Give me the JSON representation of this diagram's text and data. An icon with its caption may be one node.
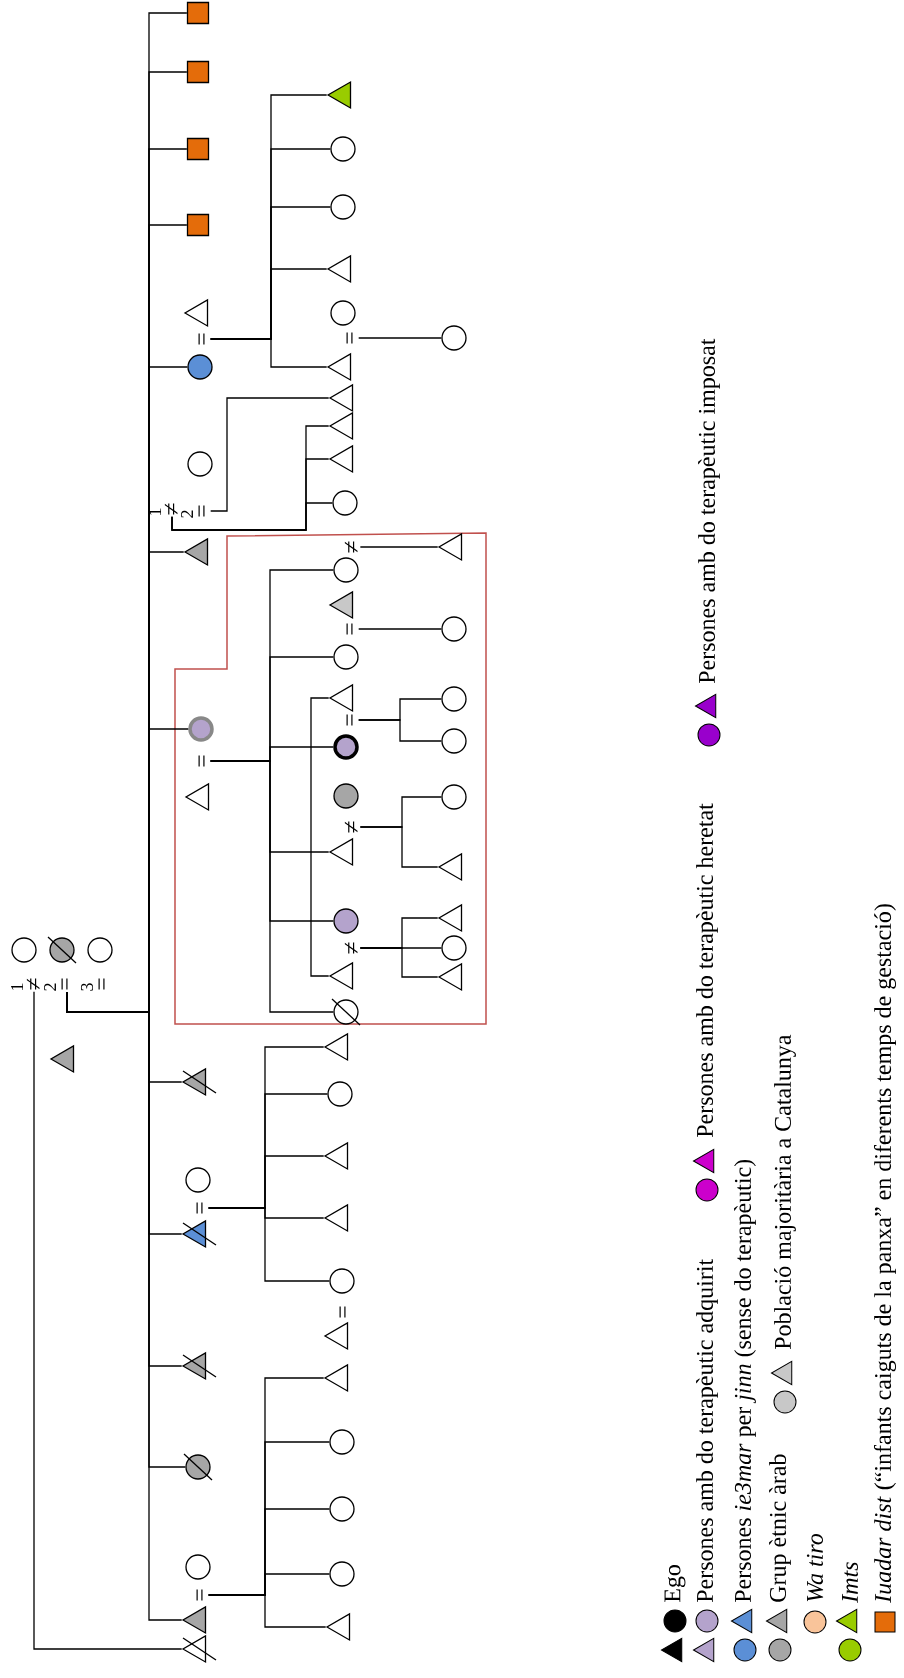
{
  "diagram": {
    "nodes": [
      {
        "text": [],
        "shape": "circle"
      },
      {
        "text": [],
        "shape": "circle"
      },
      {
        "text": [],
        "shape": "circle"
      },
      {
        "text": [
          "≠"
        ],
        "beside": [
          "1"
        ]
      },
      {
        "text": [
          "="
        ],
        "beside": [
          "2"
        ]
      },
      {
        "text": [
          "="
        ],
        "beside": [
          "3"
        ]
      },
      {
        "text": [],
        "shape": "triangle"
      },
      {
        "text": [],
        "shape": "square"
      },
      {
        "text": [],
        "shape": "square"
      },
      {
        "text": [],
        "shape": "square"
      },
      {
        "text": [],
        "shape": "square"
      },
      {
        "text": [],
        "shape": "triangle"
      },
      {
        "text": [
          "="
        ]
      },
      {
        "text": [],
        "shape": "circle"
      },
      {
        "text": [],
        "shape": "circle"
      },
      {
        "text": [
          "≠"
        ],
        "beside": [
          "1"
        ]
      },
      {
        "text": [
          "="
        ],
        "beside": [
          "2"
        ]
      },
      {
        "text": [],
        "shape": "triangle"
      },
      {
        "text": [],
        "shape": "circle"
      },
      {
        "text": [
          "="
        ]
      },
      {
        "text": [],
        "shape": "triangle"
      },
      {
        "text": [],
        "shape": "triangle"
      },
      {
        "text": [],
        "shape": "circle"
      },
      {
        "text": [
          "="
        ]
      },
      {
        "text": [],
        "shape": "triangle"
      },
      {
        "text": [],
        "shape": "triangle"
      },
      {
        "text": [],
        "shape": "circle"
      },
      {
        "text": [],
        "shape": "circle"
      },
      {
        "text": [
          "="
        ]
      },
      {
        "text": [],
        "shape": "triangle"
      },
      {
        "text": [],
        "shape": "triangle"
      },
      {
        "text": [],
        "shape": "triangle"
      },
      {
        "text": [],
        "shape": "circle"
      },
      {
        "text": [],
        "shape": "circle"
      },
      {
        "text": [],
        "shape": "triangle"
      },
      {
        "text": [],
        "shape": "circle"
      },
      {
        "text": [
          "="
        ]
      },
      {
        "text": [],
        "shape": "triangle"
      },
      {
        "text": [],
        "shape": "triangle"
      },
      {
        "text": [],
        "shape": "triangle"
      },
      {
        "text": [],
        "shape": "triangle"
      },
      {
        "text": [],
        "shape": "circle"
      },
      {
        "text": [
          "≠"
        ]
      },
      {
        "text": [],
        "shape": "circle"
      },
      {
        "text": [],
        "shape": "triangle"
      },
      {
        "text": [
          "="
        ]
      },
      {
        "text": [],
        "shape": "circle"
      },
      {
        "text": [],
        "shape": "triangle"
      },
      {
        "text": [
          "="
        ]
      },
      {
        "text": [],
        "shape": "circle"
      },
      {
        "text": [],
        "shape": "circle"
      },
      {
        "text": [
          "≠"
        ]
      },
      {
        "text": [],
        "shape": "triangle"
      },
      {
        "text": [],
        "shape": "circle"
      },
      {
        "text": [
          "≠"
        ]
      },
      {
        "text": [],
        "shape": "triangle"
      },
      {
        "text": [],
        "shape": "circle"
      },
      {
        "text": [],
        "shape": "triangle"
      },
      {
        "text": [],
        "shape": "circle"
      },
      {
        "text": [],
        "shape": "triangle"
      },
      {
        "text": [],
        "shape": "triangle"
      },
      {
        "text": [],
        "shape": "circle"
      },
      {
        "text": [
          "="
        ]
      },
      {
        "text": [],
        "shape": "triangle"
      },
      {
        "text": [],
        "shape": "triangle"
      },
      {
        "text": [],
        "shape": "circle"
      },
      {
        "text": [],
        "shape": "circle"
      },
      {
        "text": [],
        "shape": "circle"
      },
      {
        "text": [],
        "shape": "triangle"
      },
      {
        "text": [],
        "shape": "circle"
      },
      {
        "text": [],
        "shape": "triangle"
      },
      {
        "text": [],
        "shape": "circle"
      },
      {
        "text": [],
        "shape": "circle"
      },
      {
        "text": [],
        "shape": "circle"
      },
      {
        "text": [],
        "shape": "circle"
      },
      {
        "text": [],
        "shape": "triangle"
      },
      {
        "text": [],
        "shape": "triangle"
      },
      {
        "text": [],
        "shape": "circle"
      },
      {
        "text": [],
        "shape": "triangle"
      }
    ],
    "edges": [
      {
        "from": 4,
        "to": 7,
        "arrow": "none"
      },
      {
        "from": 4,
        "to": 8,
        "arrow": "none"
      },
      {
        "from": 4,
        "to": 9,
        "arrow": "none"
      },
      {
        "from": 4,
        "to": 10,
        "arrow": "none"
      },
      {
        "from": 4,
        "to": 13,
        "arrow": "none"
      },
      {
        "from": 4,
        "to": 17,
        "arrow": "none"
      },
      {
        "from": 4,
        "to": 18,
        "arrow": "none"
      },
      {
        "from": 4,
        "to": 21,
        "arrow": "none"
      },
      {
        "from": 4,
        "to": 24,
        "arrow": "none"
      },
      {
        "from": 4,
        "to": 25,
        "arrow": "none"
      },
      {
        "from": 4,
        "to": 26,
        "arrow": "none"
      },
      {
        "from": 4,
        "to": 29,
        "arrow": "none"
      },
      {
        "from": 3,
        "to": 30,
        "arrow": "none"
      },
      {
        "from": 12,
        "to": 31,
        "arrow": "none"
      },
      {
        "from": 12,
        "to": 32,
        "arrow": "none"
      },
      {
        "from": 12,
        "to": 33,
        "arrow": "none"
      },
      {
        "from": 12,
        "to": 34,
        "arrow": "none"
      },
      {
        "from": 12,
        "to": 37,
        "arrow": "none"
      },
      {
        "from": 36,
        "to": 69,
        "arrow": "none"
      },
      {
        "from": 16,
        "to": 38,
        "arrow": "none"
      },
      {
        "from": 15,
        "to": 39,
        "arrow": "none"
      },
      {
        "from": 15,
        "to": 40,
        "arrow": "none"
      },
      {
        "from": 15,
        "to": 41,
        "arrow": "none"
      },
      {
        "from": 42,
        "to": 70,
        "arrow": "none"
      },
      {
        "from": 19,
        "to": 43,
        "arrow": "none"
      },
      {
        "from": 19,
        "to": 46,
        "arrow": "none"
      },
      {
        "from": 19,
        "to": 49,
        "arrow": "none"
      },
      {
        "from": 19,
        "to": 52,
        "arrow": "none"
      },
      {
        "from": 19,
        "to": 53,
        "arrow": "none"
      },
      {
        "from": 19,
        "to": 56,
        "arrow": "none"
      },
      {
        "from": 45,
        "to": 71,
        "arrow": "none"
      },
      {
        "from": 47,
        "to": 55,
        "arrow": "none"
      },
      {
        "from": 48,
        "to": 72,
        "arrow": "none"
      },
      {
        "from": 48,
        "to": 73,
        "arrow": "none"
      },
      {
        "from": 51,
        "to": 74,
        "arrow": "none"
      },
      {
        "from": 51,
        "to": 75,
        "arrow": "none"
      },
      {
        "from": 54,
        "to": 76,
        "arrow": "none"
      },
      {
        "from": 54,
        "to": 77,
        "arrow": "none"
      },
      {
        "from": 54,
        "to": 78,
        "arrow": "none"
      },
      {
        "from": 23,
        "to": 57,
        "arrow": "none"
      },
      {
        "from": 23,
        "to": 58,
        "arrow": "none"
      },
      {
        "from": 23,
        "to": 59,
        "arrow": "none"
      },
      {
        "from": 23,
        "to": 60,
        "arrow": "none"
      },
      {
        "from": 23,
        "to": 61,
        "arrow": "none"
      },
      {
        "from": 28,
        "to": 64,
        "arrow": "none"
      },
      {
        "from": 28,
        "to": 65,
        "arrow": "none"
      },
      {
        "from": 28,
        "to": 66,
        "arrow": "none"
      },
      {
        "from": 28,
        "to": 67,
        "arrow": "none"
      },
      {
        "from": 28,
        "to": 68,
        "arrow": "none"
      }
    ],
    "legend": [
      {
        "text": "Ego",
        "color": "#000000"
      },
      {
        "text": "Persones amb do terapèutic adquirit",
        "color": "#b4a3cc"
      },
      {
        "text": "Persones amb do terapèutic heretat",
        "color": "#cc00cc"
      },
      {
        "text": "Persones amb do terapèutic imposat",
        "color": "#9900cc"
      },
      {
        "text": "Persones *ie3mar* per *jinn* (sense do terapèutic)",
        "color": "#5b8fd6"
      },
      {
        "text": "Grup ètnic àrab",
        "color": "#a6a6a6"
      },
      {
        "text": "Població majoritària a Catalunya",
        "color": "#c8c8c8"
      },
      {
        "text": "Wa tiro",
        "color": "#f9c49a"
      },
      {
        "text": "Imts",
        "color": "#99cc00"
      },
      {
        "text": "*Iuadar dist* (“infants caiguts de la panxa” en diferents temps de gestació)",
        "color": "#e46c0a"
      }
    ]
  }
}
